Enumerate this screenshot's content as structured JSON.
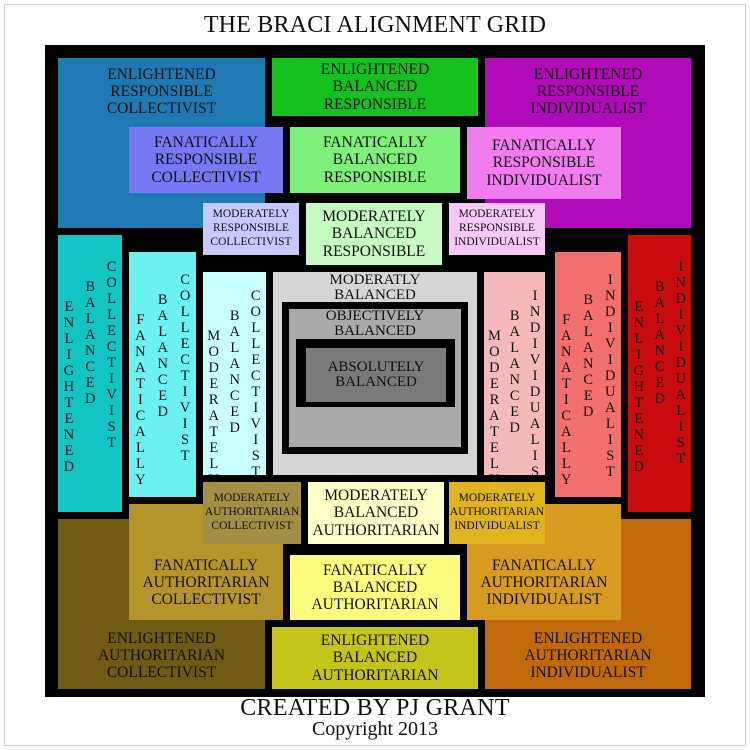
{
  "title": "THE BRACI ALIGNMENT GRID",
  "footer": {
    "created_by": "CREATED BY PJ GRANT",
    "copyright": "Copyright 2013"
  },
  "colors": {
    "enlightened_responsible_collectivist": "#1f7ab3",
    "enlightened_balanced_responsible": "#14c11e",
    "enlightened_responsible_individualist": "#b10bbb",
    "fanatically_responsible_collectivist": "#7878f5",
    "fanatically_balanced_responsible": "#7df07a",
    "fanatically_responsible_individualist": "#f07cf0",
    "moderately_responsible_collectivist": "#c8c8ff",
    "moderately_balanced_responsible": "#c6fac2",
    "moderately_responsible_individualist": "#f8c8f8",
    "enlightened_balanced_collectivist": "#12c4c4",
    "fanatically_balanced_collectivist": "#6cf1f1",
    "moderately_balanced_collectivist": "#c8ffff",
    "moderatly_balanced": "#d6d6d6",
    "objectively_balanced": "#a9a9a9",
    "absolutely_balanced": "#7a7a7a",
    "moderately_balanced_individualist": "#f5b9b9",
    "fanatically_balanced_individualist": "#f26f6f",
    "enlightened_balanced_individualist": "#c80c0c",
    "moderately_authoritarian_collectivist": "#a48e43",
    "moderately_balanced_authoritarian": "#ffffc8",
    "moderately_authoritarian_individualist": "#e0b41f",
    "fanatically_authoritarian_collectivist": "#b4952c",
    "fanatically_balanced_authoritarian": "#fbfb7d",
    "fanatically_authoritarian_individualist": "#d79b1f",
    "enlightened_authoritarian_collectivist": "#705a14",
    "enlightened_balanced_authoritarian": "#c5c418",
    "enlightened_authoritarian_individualist": "#c06a0c"
  },
  "cells": {
    "enlightened_responsible_collectivist": "ENLIGHTENED\nRESPONSIBLE\nCOLLECTIVIST",
    "enlightened_balanced_responsible": "ENLIGHTENED\nBALANCED\nRESPONSIBLE",
    "enlightened_responsible_individualist": "ENLIGHTENED\nRESPONSIBLE\nINDIVIDUALIST",
    "fanatically_responsible_collectivist": "FANATICALLY\nRESPONSIBLE\nCOLLECTIVIST",
    "fanatically_balanced_responsible": "FANATICALLY\nBALANCED\nRESPONSIBLE",
    "fanatically_responsible_individualist": "FANATICALLY\nRESPONSIBLE\nINDIVIDUALIST",
    "moderately_responsible_collectivist": "MODERATELY\nRESPONSIBLE\nCOLLECTIVIST",
    "moderately_balanced_responsible": "MODERATELY\nBALANCED\nRESPONSIBLE",
    "moderately_responsible_individualist": "MODERATELY\nRESPONSIBLE\nINDIVIDUALIST",
    "moderatly_balanced": "MODERATLY\nBALANCED",
    "objectively_balanced": "OBJECTIVELY\nBALANCED",
    "absolutely_balanced": "ABSOLUTELY\nBALANCED",
    "moderately_authoritarian_collectivist": "MODERATELY\nAUTHORITARIAN\nCOLLECTIVIST",
    "moderately_balanced_authoritarian": "MODERATELY\nBALANCED\nAUTHORITARIAN",
    "moderately_authoritarian_individualist": "MODERATELY\nAUTHORITARIAN\nINDIVIDUALIST",
    "fanatically_authoritarian_collectivist": "FANATICALLY\nAUTHORITARIAN\nCOLLECTIVIST",
    "fanatically_balanced_authoritarian": "FANATICALLY\nBALANCED\nAUTHORITARIAN",
    "fanatically_authoritarian_individualist": "FANATICALLY\nAUTHORITARIAN\nINDIVIDUALIST",
    "enlightened_authoritarian_collectivist": "ENLIGHTENED\nAUTHORITARIAN\nCOLLECTIVIST",
    "enlightened_balanced_authoritarian": "ENLIGHTENED\nBALANCED\nAUTHORITARIAN",
    "enlightened_authoritarian_individualist": "ENLIGHTENED\nAUTHORITARIAN\nINDIVIDUALIST"
  },
  "vertical_cells": {
    "enlightened_balanced_collectivist": [
      "ENLIGHTENED",
      "BALANCED",
      "COLLECTIVIST"
    ],
    "fanatically_balanced_collectivist": [
      "FANATICALLY",
      "BALANCED",
      "COLLECTIVIST"
    ],
    "moderately_balanced_collectivist": [
      "MODERATELY",
      "BALANCED",
      "COLLECTIVIST"
    ],
    "moderately_balanced_individualist": [
      "MODERATELY",
      "BALANCED",
      "INDIVIDUALIST"
    ],
    "fanatically_balanced_individualist": [
      "FANATICALLY",
      "BALANCED",
      "INDIVIDUALIST"
    ],
    "enlightened_balanced_individualist": [
      "ENLIGHTENED",
      "BALANCED",
      "INDIVIDUALIST"
    ]
  }
}
